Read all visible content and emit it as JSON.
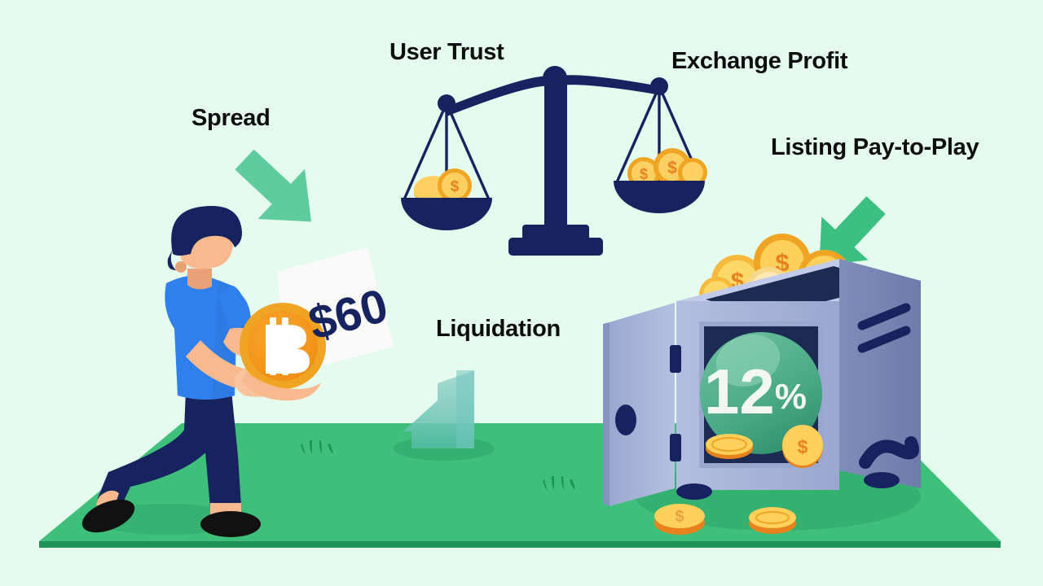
{
  "scene": {
    "title": "Crypto Exchange Economics Illustration",
    "background_color": "#e4fbee",
    "ground_color": "#3fc07a",
    "ground_edge_color": "#1f9457",
    "accent_navy": "#16235e",
    "accent_green": "#4cc98f",
    "gold": "#f6b93b",
    "bitcoin_orange": "#f7931a"
  },
  "labels": {
    "spread": "Spread",
    "user_trust": "User Trust",
    "exchange_profit": "Exchange Profit",
    "listing_pay_to_play": "Listing Pay-to-Play",
    "liquidation": "Liquidation"
  },
  "values": {
    "price_tag": "$60",
    "safe_dial": "12%"
  },
  "elements": {
    "balance_scale": {
      "name": "balance-scale",
      "left_pan_coins": 2,
      "right_pan_coins": 3,
      "tilt": "left-side-down"
    },
    "person": {
      "name": "person-holding-bitcoin",
      "shirt_color": "#2f80ed",
      "pants_color": "#16235e",
      "hair_color": "#16235e",
      "skin_color": "#f7b98d",
      "shoe_color": "#111111"
    },
    "bitcoin_coin": {
      "name": "bitcoin-coin",
      "symbol": "Ƀ",
      "ring_color": "#f0a424",
      "face_color": "#f7931a"
    },
    "price_tag": {
      "name": "price-tag",
      "paper_color": "#fafafa",
      "text_color": "#16235e"
    },
    "safe": {
      "name": "safe-vault",
      "body_color": "#a8b3d9",
      "interior_color": "#1b2b52",
      "dial_color": "#49a884",
      "door_open": true,
      "overflow_coins": 8,
      "spilled_coins": 2
    },
    "arrows": [
      {
        "name": "arrow-spread",
        "direction": "down-right",
        "color": "#5ecc9c"
      },
      {
        "name": "arrow-listing",
        "direction": "down-left",
        "color": "#3bbf82"
      },
      {
        "name": "arrow-liquidation",
        "direction": "left",
        "color": "#8fd2cf"
      }
    ],
    "grass_tufts": 2
  }
}
